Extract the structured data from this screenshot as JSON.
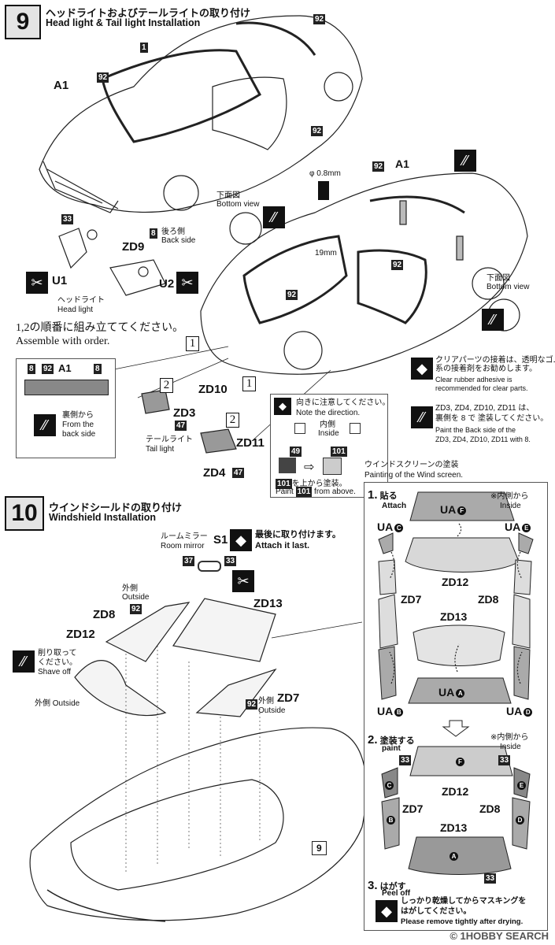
{
  "step9": {
    "number": "9",
    "title_jp": "ヘッドライトおよびテールライトの取り付け",
    "title_en": "Head light & Tail light Installation",
    "labels": {
      "a1_left": "A1",
      "a1_right": "A1",
      "part_1": "1",
      "p92_a": "92",
      "p92_b": "92",
      "p92_c": "92",
      "p92_d": "92",
      "p92_e": "92",
      "p92_f": "92",
      "p33": "33",
      "diameter": "φ 0.8mm",
      "length": "19mm",
      "bottom_view_jp": "下面図",
      "bottom_view_en": "Bottom view",
      "back_side_jp": "後ろ側",
      "back_side_en": "Back side",
      "p8": "8",
      "zd9": "ZD9",
      "u1": "U1",
      "u2": "U2",
      "headlight_jp": "ヘッドライト",
      "headlight_en": "Head light",
      "assemble_jp": "1,2の順番に組み立ててください。",
      "assemble_en": "Assemble with order.",
      "box1a": "1",
      "box1b": "1",
      "box2a": "2",
      "box2b": "2",
      "inset_8a": "8",
      "inset_92": "92",
      "inset_a1": "A1",
      "inset_8b": "8",
      "from_back_jp": "裏側から",
      "from_back_en1": "From the",
      "from_back_en2": "back side",
      "zd10": "ZD10",
      "zd3": "ZD3",
      "p47a": "47",
      "zd11": "ZD11",
      "zd4": "ZD4",
      "p47b": "47",
      "taillight_jp": "テールライト",
      "taillight_en": "Tail light",
      "direction_jp": "向きに注意してください。",
      "direction_en": "Note the direction.",
      "inside_jp": "内側",
      "inside_en": "Inside",
      "p49": "49",
      "p101": "101",
      "paint_above_jp": "を上から塗装。",
      "paint_above_en": "Paint",
      "paint_above_en2": "from above.",
      "p101b": "101",
      "p101c": "101"
    },
    "notes": {
      "clear_jp1": "クリアパーツの接着は、透明なゴム",
      "clear_jp2": "系の接着剤をお勧めします。",
      "clear_en1": "Clear rubber adhesive is",
      "clear_en2": "recommended for clear parts.",
      "zd_jp1": "ZD3, ZD4, ZD10, ZD11 は、",
      "zd_jp2": "裏側を 8 で 塗装してください。",
      "zd_en1": "Paint the Back side of the",
      "zd_en2": "ZD3, ZD4, ZD10, ZD11 with 8."
    }
  },
  "step10": {
    "number": "10",
    "title_jp": "ウインドシールドの取り付け",
    "title_en": "Windshield Installation",
    "labels": {
      "room_mirror_jp": "ルームミラー",
      "room_mirror_en": "Room mirror",
      "s1": "S1",
      "attach_last_jp": "最後に取り付けます。",
      "attach_last_en": "Attach it last.",
      "p37": "37",
      "p33": "33",
      "outside_jp": "外側",
      "outside_en": "Outside",
      "p92a": "92",
      "zd8": "ZD8",
      "zd12": "ZD12",
      "zd13": "ZD13",
      "zd7": "ZD7",
      "shave_jp1": "削り取って",
      "shave_jp2": "ください。",
      "shave_en": "Shave off",
      "outside2": "外側 Outside",
      "p92b": "92",
      "outside3_jp": "外側",
      "outside3_en": "Outside",
      "part_9": "9"
    }
  },
  "wind": {
    "title_jp": "ウインドスクリーンの塗装",
    "title_en": "Painting of the Wind screen.",
    "step1_jp": "貼る",
    "step1_en": "Attach",
    "step1_num": "1.",
    "inside_jp": "※内側から",
    "inside_en": "Inside",
    "ua": "UA",
    "zd12": "ZD12",
    "zd7": "ZD7",
    "zd8": "ZD8",
    "zd13": "ZD13",
    "step2_jp": "塗装する",
    "step2_en": "paint",
    "step2_num": "2.",
    "inside2_jp": "※内側から",
    "inside2_en": "Inside",
    "p33a": "33",
    "p33b": "33",
    "p33c": "33",
    "step3_jp": "はがす",
    "step3_en": "Peel off",
    "step3_num": "3.",
    "final_jp1": "しっかり乾燥してからマスキングを",
    "final_jp2": "はがしてください。",
    "final_en": "Please remove tightly after drying.",
    "circles": {
      "F": "F",
      "C": "C",
      "E": "E",
      "B": "B",
      "D": "D",
      "A": "A"
    }
  },
  "watermark": "© 1HOBBY SEARCH"
}
